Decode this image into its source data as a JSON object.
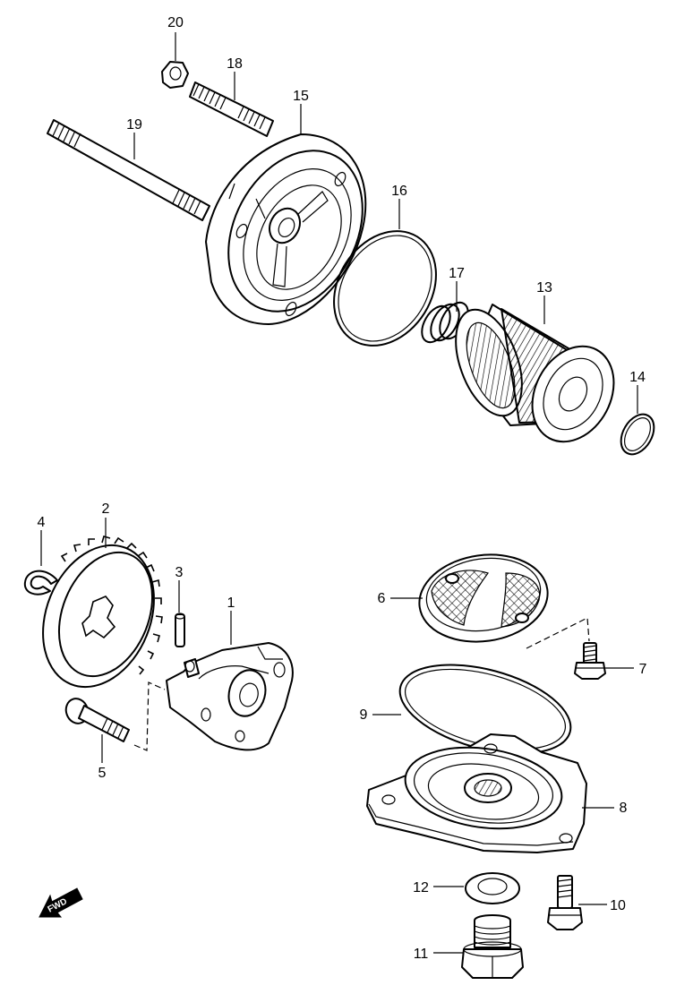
{
  "callouts": {
    "p1": "1",
    "p2": "2",
    "p3": "3",
    "p4": "4",
    "p5": "5",
    "p6": "6",
    "p7": "7",
    "p8": "8",
    "p9": "9",
    "p10": "10",
    "p11": "11",
    "p12": "12",
    "p13": "13",
    "p14": "14",
    "p15": "15",
    "p16": "16",
    "p17": "17",
    "p18": "18",
    "p19": "19",
    "p20": "20"
  },
  "fwd_label": "FWD"
}
